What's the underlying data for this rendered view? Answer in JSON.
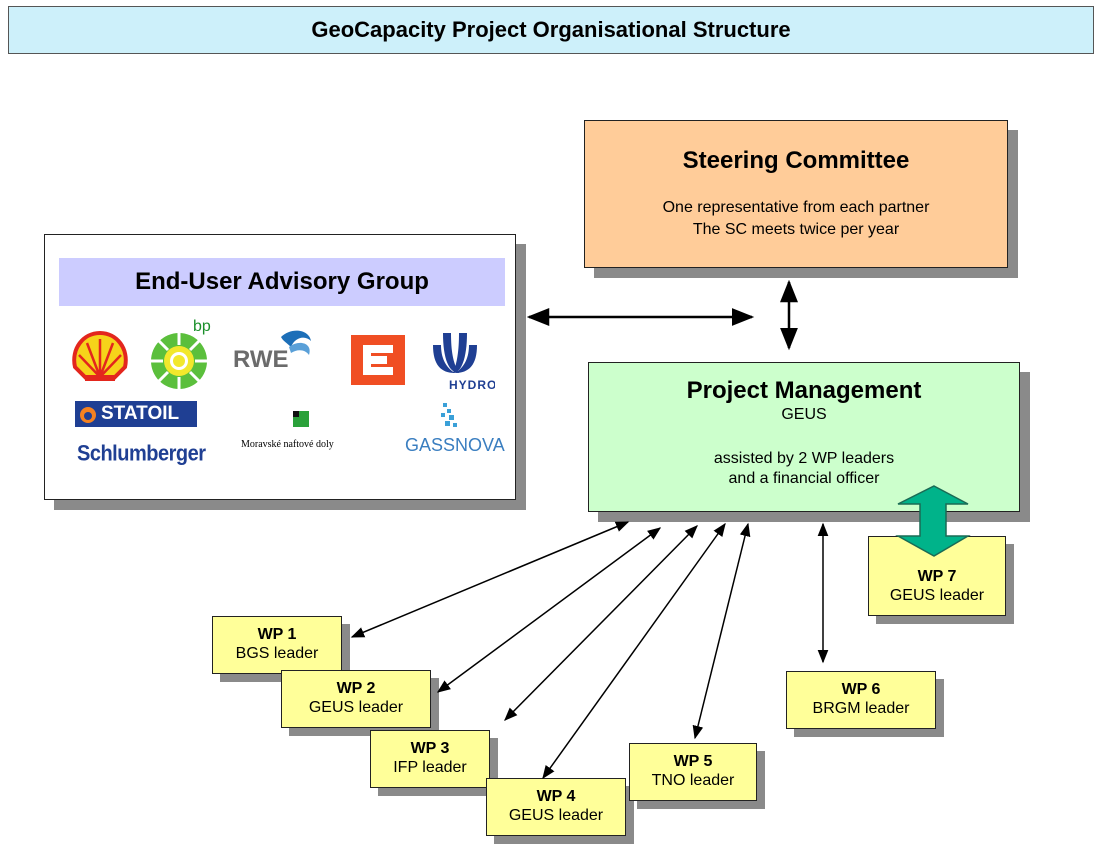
{
  "title": "GeoCapacity Project Organisational Structure",
  "steering": {
    "heading": "Steering Committee",
    "line1": "One representative from each partner",
    "line2": "The SC meets twice per year"
  },
  "advisory": {
    "heading": "End-User Advisory Group",
    "logos": {
      "bp": "bp",
      "rwe": "RWE",
      "hydro": "HYDRO",
      "statoil": "STATOIL",
      "schlumberger": "Schlumberger",
      "moravske": "Moravské naftové doly",
      "gassnova": "GASSNOVA"
    }
  },
  "management": {
    "heading": "Project Management",
    "org": "GEUS",
    "line1": "assisted by 2 WP leaders",
    "line2": "and a financial officer"
  },
  "wps": [
    {
      "title": "WP 1",
      "leader": "BGS leader"
    },
    {
      "title": "WP 2",
      "leader": "GEUS leader"
    },
    {
      "title": "WP 3",
      "leader": "IFP leader"
    },
    {
      "title": "WP 4",
      "leader": "GEUS leader"
    },
    {
      "title": "WP 5",
      "leader": "TNO leader"
    },
    {
      "title": "WP 6",
      "leader": "BRGM leader"
    },
    {
      "title": "WP 7",
      "leader": "GEUS leader"
    }
  ],
  "colors": {
    "title_bg": "#cdf0fa",
    "steering_bg": "#ffcc99",
    "advisory_header_bg": "#ccccff",
    "management_bg": "#ccffcc",
    "wp_bg": "#ffff99",
    "wp7_arrow": "#00b38a"
  }
}
